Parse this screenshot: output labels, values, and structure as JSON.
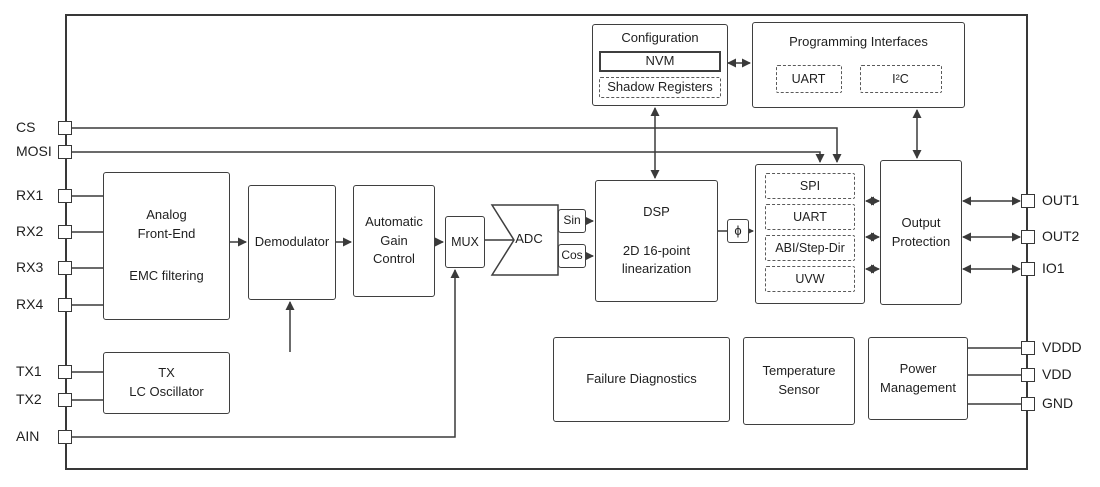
{
  "pins": {
    "left": [
      "CS",
      "MOSI",
      "RX1",
      "RX2",
      "RX3",
      "RX4",
      "TX1",
      "TX2",
      "AIN"
    ],
    "right": [
      "OUT1",
      "OUT2",
      "IO1",
      "VDDD",
      "VDD",
      "GND"
    ]
  },
  "blocks": {
    "afe": {
      "l1": "Analog",
      "l2": "Front-End",
      "l3": "EMC filtering"
    },
    "demodulator": {
      "label": "Demodulator"
    },
    "agc": {
      "l1": "Automatic",
      "l2": "Gain",
      "l3": "Control"
    },
    "mux": {
      "label": "MUX"
    },
    "adc": {
      "label": "ADC"
    },
    "sin": {
      "label": "Sin"
    },
    "cos": {
      "label": "Cos"
    },
    "dsp": {
      "l1": "DSP",
      "l2": "2D 16-point",
      "l3": "linearization"
    },
    "phi": {
      "label": "ϕ"
    },
    "configuration": {
      "title": "Configuration",
      "nvm": "NVM",
      "shadow": "Shadow Registers"
    },
    "programming": {
      "title": "Programming Interfaces",
      "uart": "UART",
      "i2c": "I²C"
    },
    "interface": {
      "spi": "SPI",
      "uart": "UART",
      "abi": "ABI/Step-Dir",
      "uvw": "UVW"
    },
    "output_protection": {
      "l1": "Output",
      "l2": "Protection"
    },
    "tx": {
      "l1": "TX",
      "l2": "LC Oscillator"
    },
    "failure": {
      "label": "Failure Diagnostics"
    },
    "temperature": {
      "l1": "Temperature",
      "l2": "Sensor"
    },
    "power": {
      "l1": "Power",
      "l2": "Management"
    }
  },
  "colors": {
    "line": "#3a3a3a",
    "text": "#1f1f1f",
    "background": "#ffffff"
  }
}
